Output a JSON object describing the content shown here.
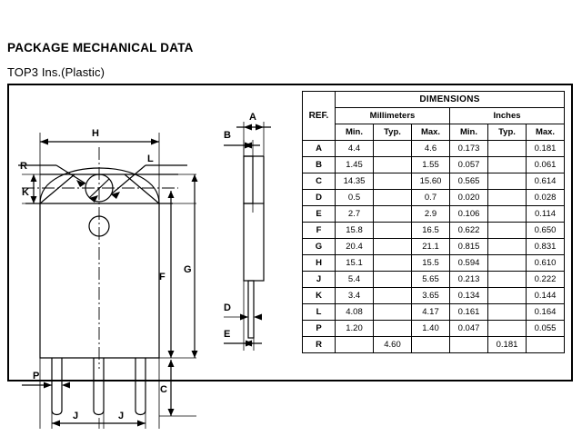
{
  "page": {
    "title": "PACKAGE MECHANICAL DATA",
    "subtitle": "TOP3 Ins.(Plastic)"
  },
  "table": {
    "dimensions_header": "DIMENSIONS",
    "ref_header": "REF.",
    "unit_groups": [
      "Millimeters",
      "Inches"
    ],
    "sub_headers": [
      "Min.",
      "Typ.",
      "Max.",
      "Min.",
      "Typ.",
      "Max."
    ],
    "rows": [
      {
        "ref": "A",
        "mm_min": "4.4",
        "mm_typ": "",
        "mm_max": "4.6",
        "in_min": "0.173",
        "in_typ": "",
        "in_max": "0.181"
      },
      {
        "ref": "B",
        "mm_min": "1.45",
        "mm_typ": "",
        "mm_max": "1.55",
        "in_min": "0.057",
        "in_typ": "",
        "in_max": "0.061"
      },
      {
        "ref": "C",
        "mm_min": "14.35",
        "mm_typ": "",
        "mm_max": "15.60",
        "in_min": "0.565",
        "in_typ": "",
        "in_max": "0.614"
      },
      {
        "ref": "D",
        "mm_min": "0.5",
        "mm_typ": "",
        "mm_max": "0.7",
        "in_min": "0.020",
        "in_typ": "",
        "in_max": "0.028"
      },
      {
        "ref": "E",
        "mm_min": "2.7",
        "mm_typ": "",
        "mm_max": "2.9",
        "in_min": "0.106",
        "in_typ": "",
        "in_max": "0.114"
      },
      {
        "ref": "F",
        "mm_min": "15.8",
        "mm_typ": "",
        "mm_max": "16.5",
        "in_min": "0.622",
        "in_typ": "",
        "in_max": "0.650"
      },
      {
        "ref": "G",
        "mm_min": "20.4",
        "mm_typ": "",
        "mm_max": "21.1",
        "in_min": "0.815",
        "in_typ": "",
        "in_max": "0.831"
      },
      {
        "ref": "H",
        "mm_min": "15.1",
        "mm_typ": "",
        "mm_max": "15.5",
        "in_min": "0.594",
        "in_typ": "",
        "in_max": "0.610"
      },
      {
        "ref": "J",
        "mm_min": "5.4",
        "mm_typ": "",
        "mm_max": "5.65",
        "in_min": "0.213",
        "in_typ": "",
        "in_max": "0.222"
      },
      {
        "ref": "K",
        "mm_min": "3.4",
        "mm_typ": "",
        "mm_max": "3.65",
        "in_min": "0.134",
        "in_typ": "",
        "in_max": "0.144"
      },
      {
        "ref": "L",
        "mm_min": "4.08",
        "mm_typ": "",
        "mm_max": "4.17",
        "in_min": "0.161",
        "in_typ": "",
        "in_max": "0.164"
      },
      {
        "ref": "P",
        "mm_min": "1.20",
        "mm_typ": "",
        "mm_max": "1.40",
        "in_min": "0.047",
        "in_typ": "",
        "in_max": "0.055"
      },
      {
        "ref": "R",
        "mm_min": "",
        "mm_typ": "4.60",
        "mm_max": "",
        "in_min": "",
        "in_typ": "0.181",
        "in_max": ""
      }
    ]
  },
  "front_view": {
    "labels": {
      "H": "H",
      "R": "R",
      "L": "L",
      "K": "K",
      "F": "F",
      "G": "G",
      "C": "C",
      "P": "P",
      "J1": "J",
      "J2": "J"
    }
  },
  "side_view": {
    "labels": {
      "A": "A",
      "B": "B",
      "D": "D",
      "E": "E"
    }
  }
}
